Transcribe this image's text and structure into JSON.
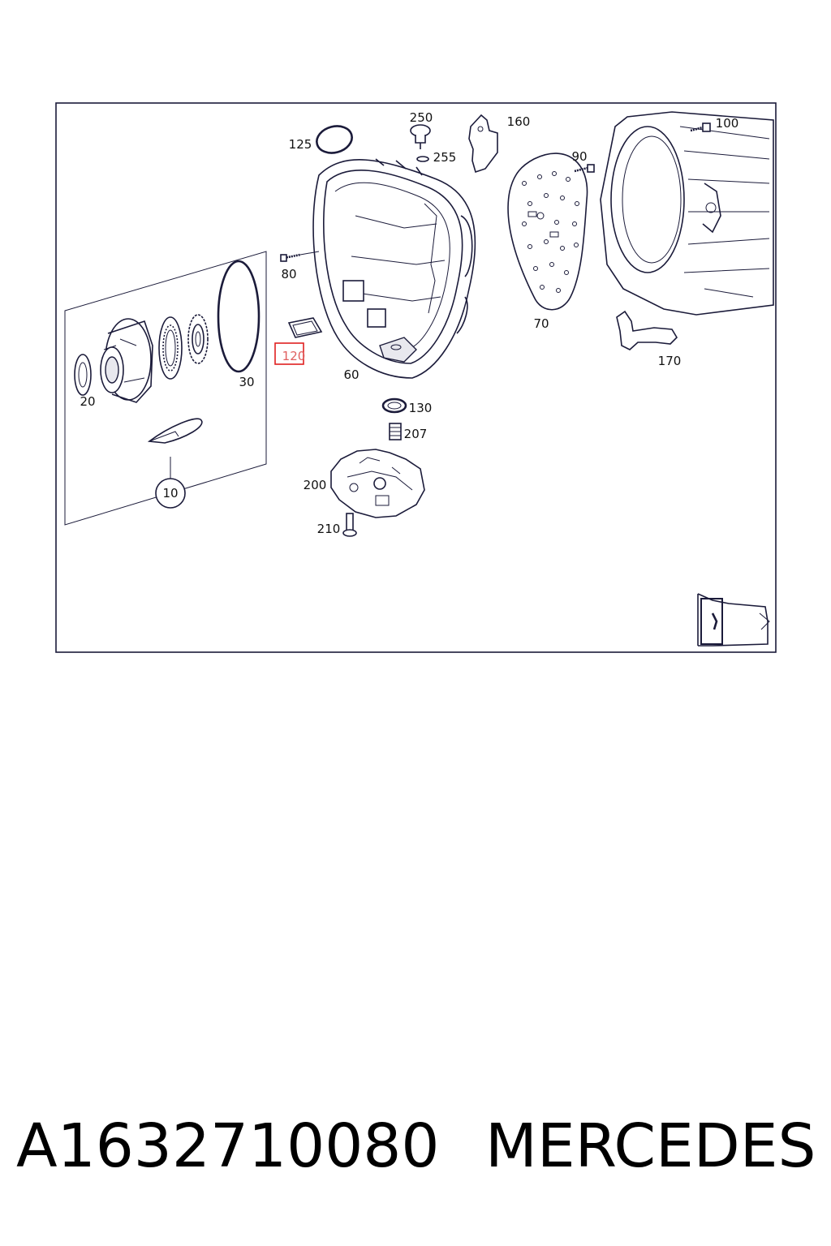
{
  "diagram": {
    "labels": {
      "l10": "10",
      "l20": "20",
      "l30": "30",
      "l60": "60",
      "l70": "70",
      "l80": "80",
      "l90": "90",
      "l100": "100",
      "l120": "120",
      "l125": "125",
      "l130": "130",
      "l160": "160",
      "l170": "170",
      "l200": "200",
      "l207": "207",
      "l210": "210",
      "l250": "250",
      "l255": "255"
    },
    "highlight_color": "#e02020"
  },
  "footer": {
    "part_number": "A1632710080",
    "brand": "MERCEDES"
  }
}
